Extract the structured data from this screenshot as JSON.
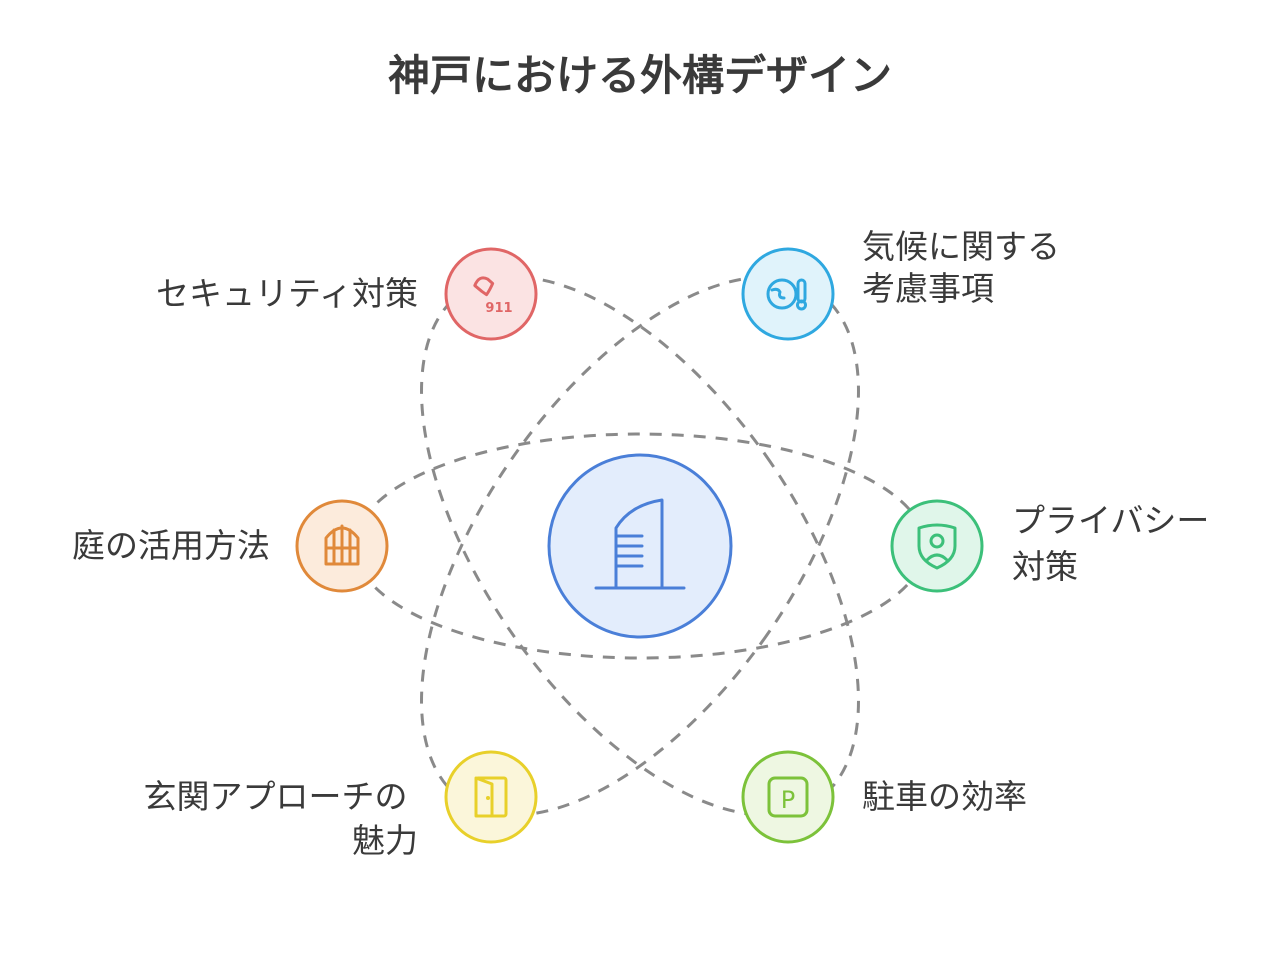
{
  "title": "神戸における外構デザイン",
  "center": {
    "icon": "building-icon",
    "stroke": "#4a7fd8",
    "fill": "#e3edfc"
  },
  "nodes": [
    {
      "id": "security",
      "lines": [
        "セキュリティ対策"
      ],
      "icon": "phone-911-icon",
      "icon_text": "911",
      "stroke": "#e06666",
      "fill": "#fbe3e3"
    },
    {
      "id": "climate",
      "lines": [
        "気候に関する",
        "考慮事項"
      ],
      "icon": "globe-thermometer-icon",
      "stroke": "#2fa8e0",
      "fill": "#e0f3fb"
    },
    {
      "id": "garden",
      "lines": [
        "庭の活用方法"
      ],
      "icon": "gate-icon",
      "stroke": "#e0893a",
      "fill": "#fcebdc"
    },
    {
      "id": "privacy",
      "lines": [
        "プライバシー",
        "対策"
      ],
      "icon": "shield-user-icon",
      "stroke": "#3cc07a",
      "fill": "#e0f6ea"
    },
    {
      "id": "entrance",
      "lines": [
        "玄関アプローチの",
        "魅力"
      ],
      "icon": "door-icon",
      "stroke": "#e8d02a",
      "fill": "#fbf6da"
    },
    {
      "id": "parking",
      "lines": [
        "駐車の効率"
      ],
      "icon": "parking-icon",
      "icon_text": "P",
      "stroke": "#7cc23a",
      "fill": "#eef7e2"
    }
  ]
}
